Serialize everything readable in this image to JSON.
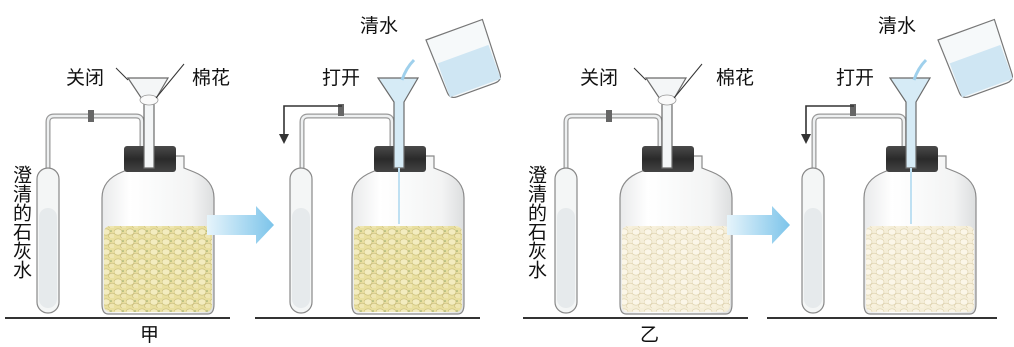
{
  "labels": {
    "closed": "关闭",
    "open": "打开",
    "cotton": "棉花",
    "water": "清水",
    "limewater": "澄清的石灰水",
    "set_a": "甲",
    "set_b": "乙"
  },
  "colors": {
    "seeds_a": "#ece2b0",
    "seeds_b": "#f6eed6",
    "water": "#cfe6f3",
    "arrow": "#9dd3ef"
  }
}
